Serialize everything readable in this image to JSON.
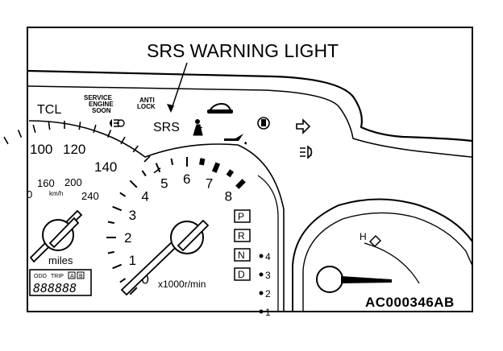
{
  "figure": {
    "callout": "SRS WARNING LIGHT",
    "figure_id": "AC000346AB"
  },
  "warning_lamps": {
    "tcl": "TCL",
    "service_engine_soon": [
      "SERVICE",
      "ENGINE",
      "SOON"
    ],
    "anti_lock": [
      "ANTI",
      "LOCK"
    ],
    "srs": "SRS"
  },
  "speedometer": {
    "mph_ticks": [
      "100",
      "120",
      "140"
    ],
    "kmh_ticks": [
      "160",
      "200",
      "240"
    ],
    "kmh_unit": "km/h",
    "partial_left": "0",
    "unit": "miles",
    "odometer": {
      "odo_label": "ODO",
      "trip_label": "TRIP",
      "a_label": "A",
      "b_label": "B",
      "digits": "888888"
    }
  },
  "tachometer": {
    "ticks": [
      "0",
      "1",
      "2",
      "3",
      "4",
      "5",
      "6",
      "7",
      "8"
    ],
    "unit": "x1000r/min"
  },
  "gear_indicator": {
    "positions": [
      "P",
      "R",
      "N",
      "D"
    ],
    "sub_positions": [
      "4",
      "3",
      "2",
      "1"
    ]
  },
  "temperature_gauge": {
    "hot_label": "H"
  }
}
